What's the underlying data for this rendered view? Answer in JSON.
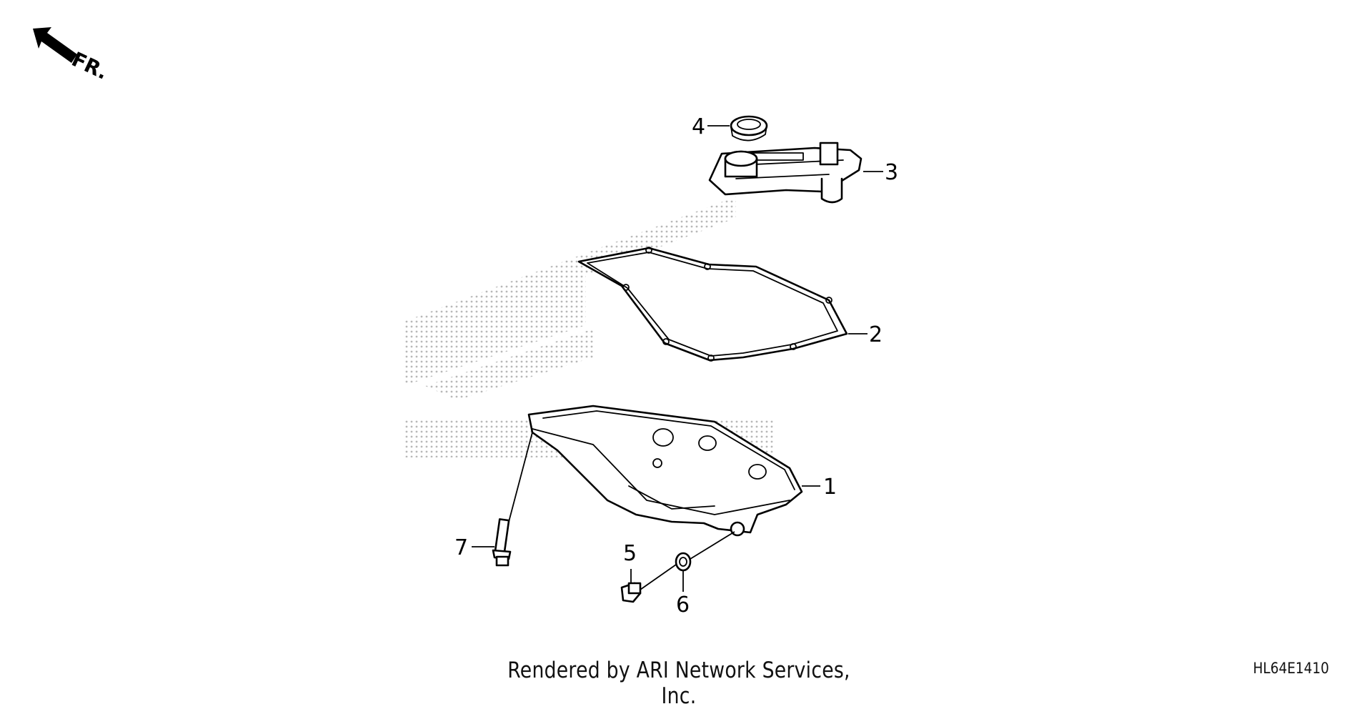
{
  "orientation": {
    "label": "FR."
  },
  "callouts": [
    {
      "number": "1",
      "part": "oil-pan"
    },
    {
      "number": "2",
      "part": "oil-pan-gasket"
    },
    {
      "number": "3",
      "part": "strainer"
    },
    {
      "number": "4",
      "part": "o-ring"
    },
    {
      "number": "5",
      "part": "drain-bolt"
    },
    {
      "number": "6",
      "part": "drain-washer"
    },
    {
      "number": "7",
      "part": "flange-bolt"
    }
  ],
  "footer": {
    "credit": "Rendered by ARI Network Services, Inc.",
    "diagram_code": "HL64E1410"
  },
  "colors": {
    "ink": "#000000",
    "watermark_dots": "#b8b8b8",
    "background": "#ffffff"
  }
}
